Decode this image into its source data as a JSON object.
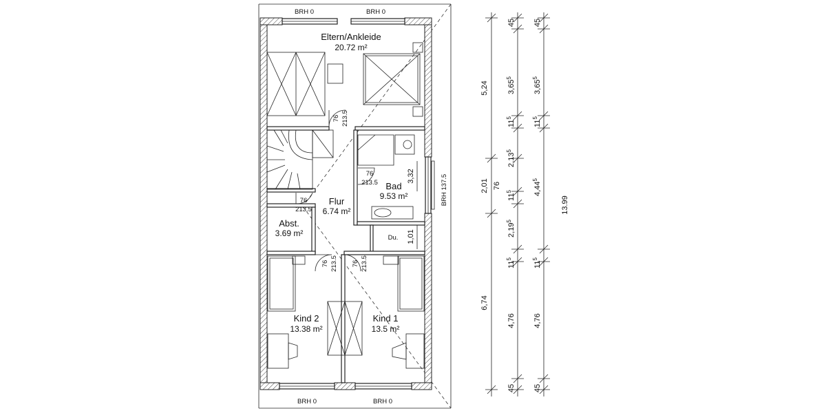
{
  "rooms": {
    "eltern": {
      "name": "Eltern/Ankleide",
      "area": "20.72 m²"
    },
    "bad": {
      "name": "Bad",
      "area": "9.53 m²"
    },
    "flur": {
      "name": "Flur",
      "area": "6.74 m²"
    },
    "abst": {
      "name": "Abst.",
      "area": "3.69 m²"
    },
    "kind2": {
      "name": "Kind 2",
      "area": "13.38 m²"
    },
    "kind1": {
      "name": "Kind 1",
      "area": "13.5 m²"
    },
    "du": {
      "name": "Du."
    }
  },
  "brh": {
    "top_left": "BRH 0",
    "top_right": "BRH 0",
    "bottom_left": "BRH 0",
    "bottom_right": "BRH 0",
    "side": "BRH 137.5"
  },
  "doors": {
    "eltern": {
      "width": "76",
      "height": "213.5"
    },
    "bad": {
      "width": "76",
      "height": "213.5"
    },
    "abst": {
      "width": "76",
      "height": "213.5"
    },
    "kind2": {
      "width": "76",
      "height": "213.5"
    },
    "kind1": {
      "width": "76",
      "height": "213.5"
    }
  },
  "inner_dims": {
    "bad_height": "3,32",
    "du_height": "1,01"
  },
  "dimension_chain_1": [
    "5,24",
    "2,01",
    "6,74"
  ],
  "dimension_chain_2": {
    "values": [
      "45",
      "3,65",
      "11",
      "2,13",
      "11",
      "2,19",
      "11",
      "4,76",
      "45"
    ],
    "superscripts": [
      "",
      "5",
      "5",
      "5",
      "5",
      "5",
      "5",
      "",
      ""
    ],
    "extra": "76"
  },
  "dimension_chain_3": {
    "values": [
      "45",
      "3,65",
      "11",
      "4,44",
      "11",
      "4,76",
      "45"
    ],
    "superscripts": [
      "",
      "5",
      "5",
      "5",
      "5",
      "",
      ""
    ]
  },
  "total": "13.99"
}
